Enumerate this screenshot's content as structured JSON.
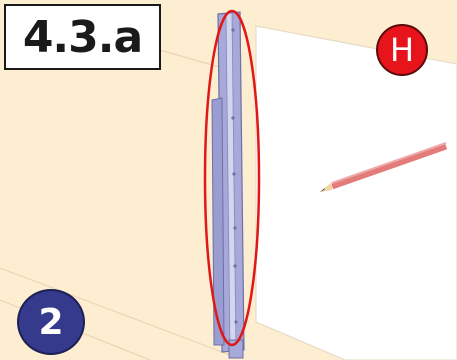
{
  "step": {
    "label": "4.3.a"
  },
  "marker": {
    "label": "H",
    "color": "#e8141b"
  },
  "quantity": {
    "label": "2",
    "color": "#353a8c"
  },
  "colors": {
    "wall": "#fdeed2",
    "panel": "#ffffff",
    "rail": "#a7a9d8",
    "highlight": "#e01818",
    "pencil": "#e47b7b"
  },
  "icons": {
    "pencil": "pencil-icon",
    "rail": "rail-part-icon"
  }
}
